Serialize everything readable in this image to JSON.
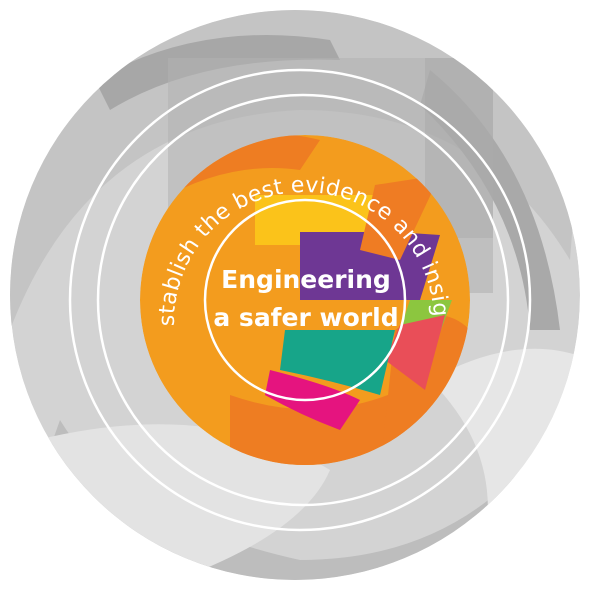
{
  "diagram": {
    "outer_ring_text": "Establish the best evidence and insight",
    "center_line_1": "Engineering",
    "center_line_2": "a safer world"
  },
  "colors": {
    "outer_ring_grey": "#cfcfcf",
    "dark_grey": "#a9a9a9",
    "light_grey": "#e2e2e2",
    "orange": "#f39c1e",
    "dark_orange": "#ee7d22",
    "yellow": "#fbc31a",
    "purple": "#6e3794",
    "green": "#8cc63f",
    "teal": "#17a589",
    "red": "#e94e58",
    "magenta": "#e5147f",
    "white": "#ffffff"
  }
}
